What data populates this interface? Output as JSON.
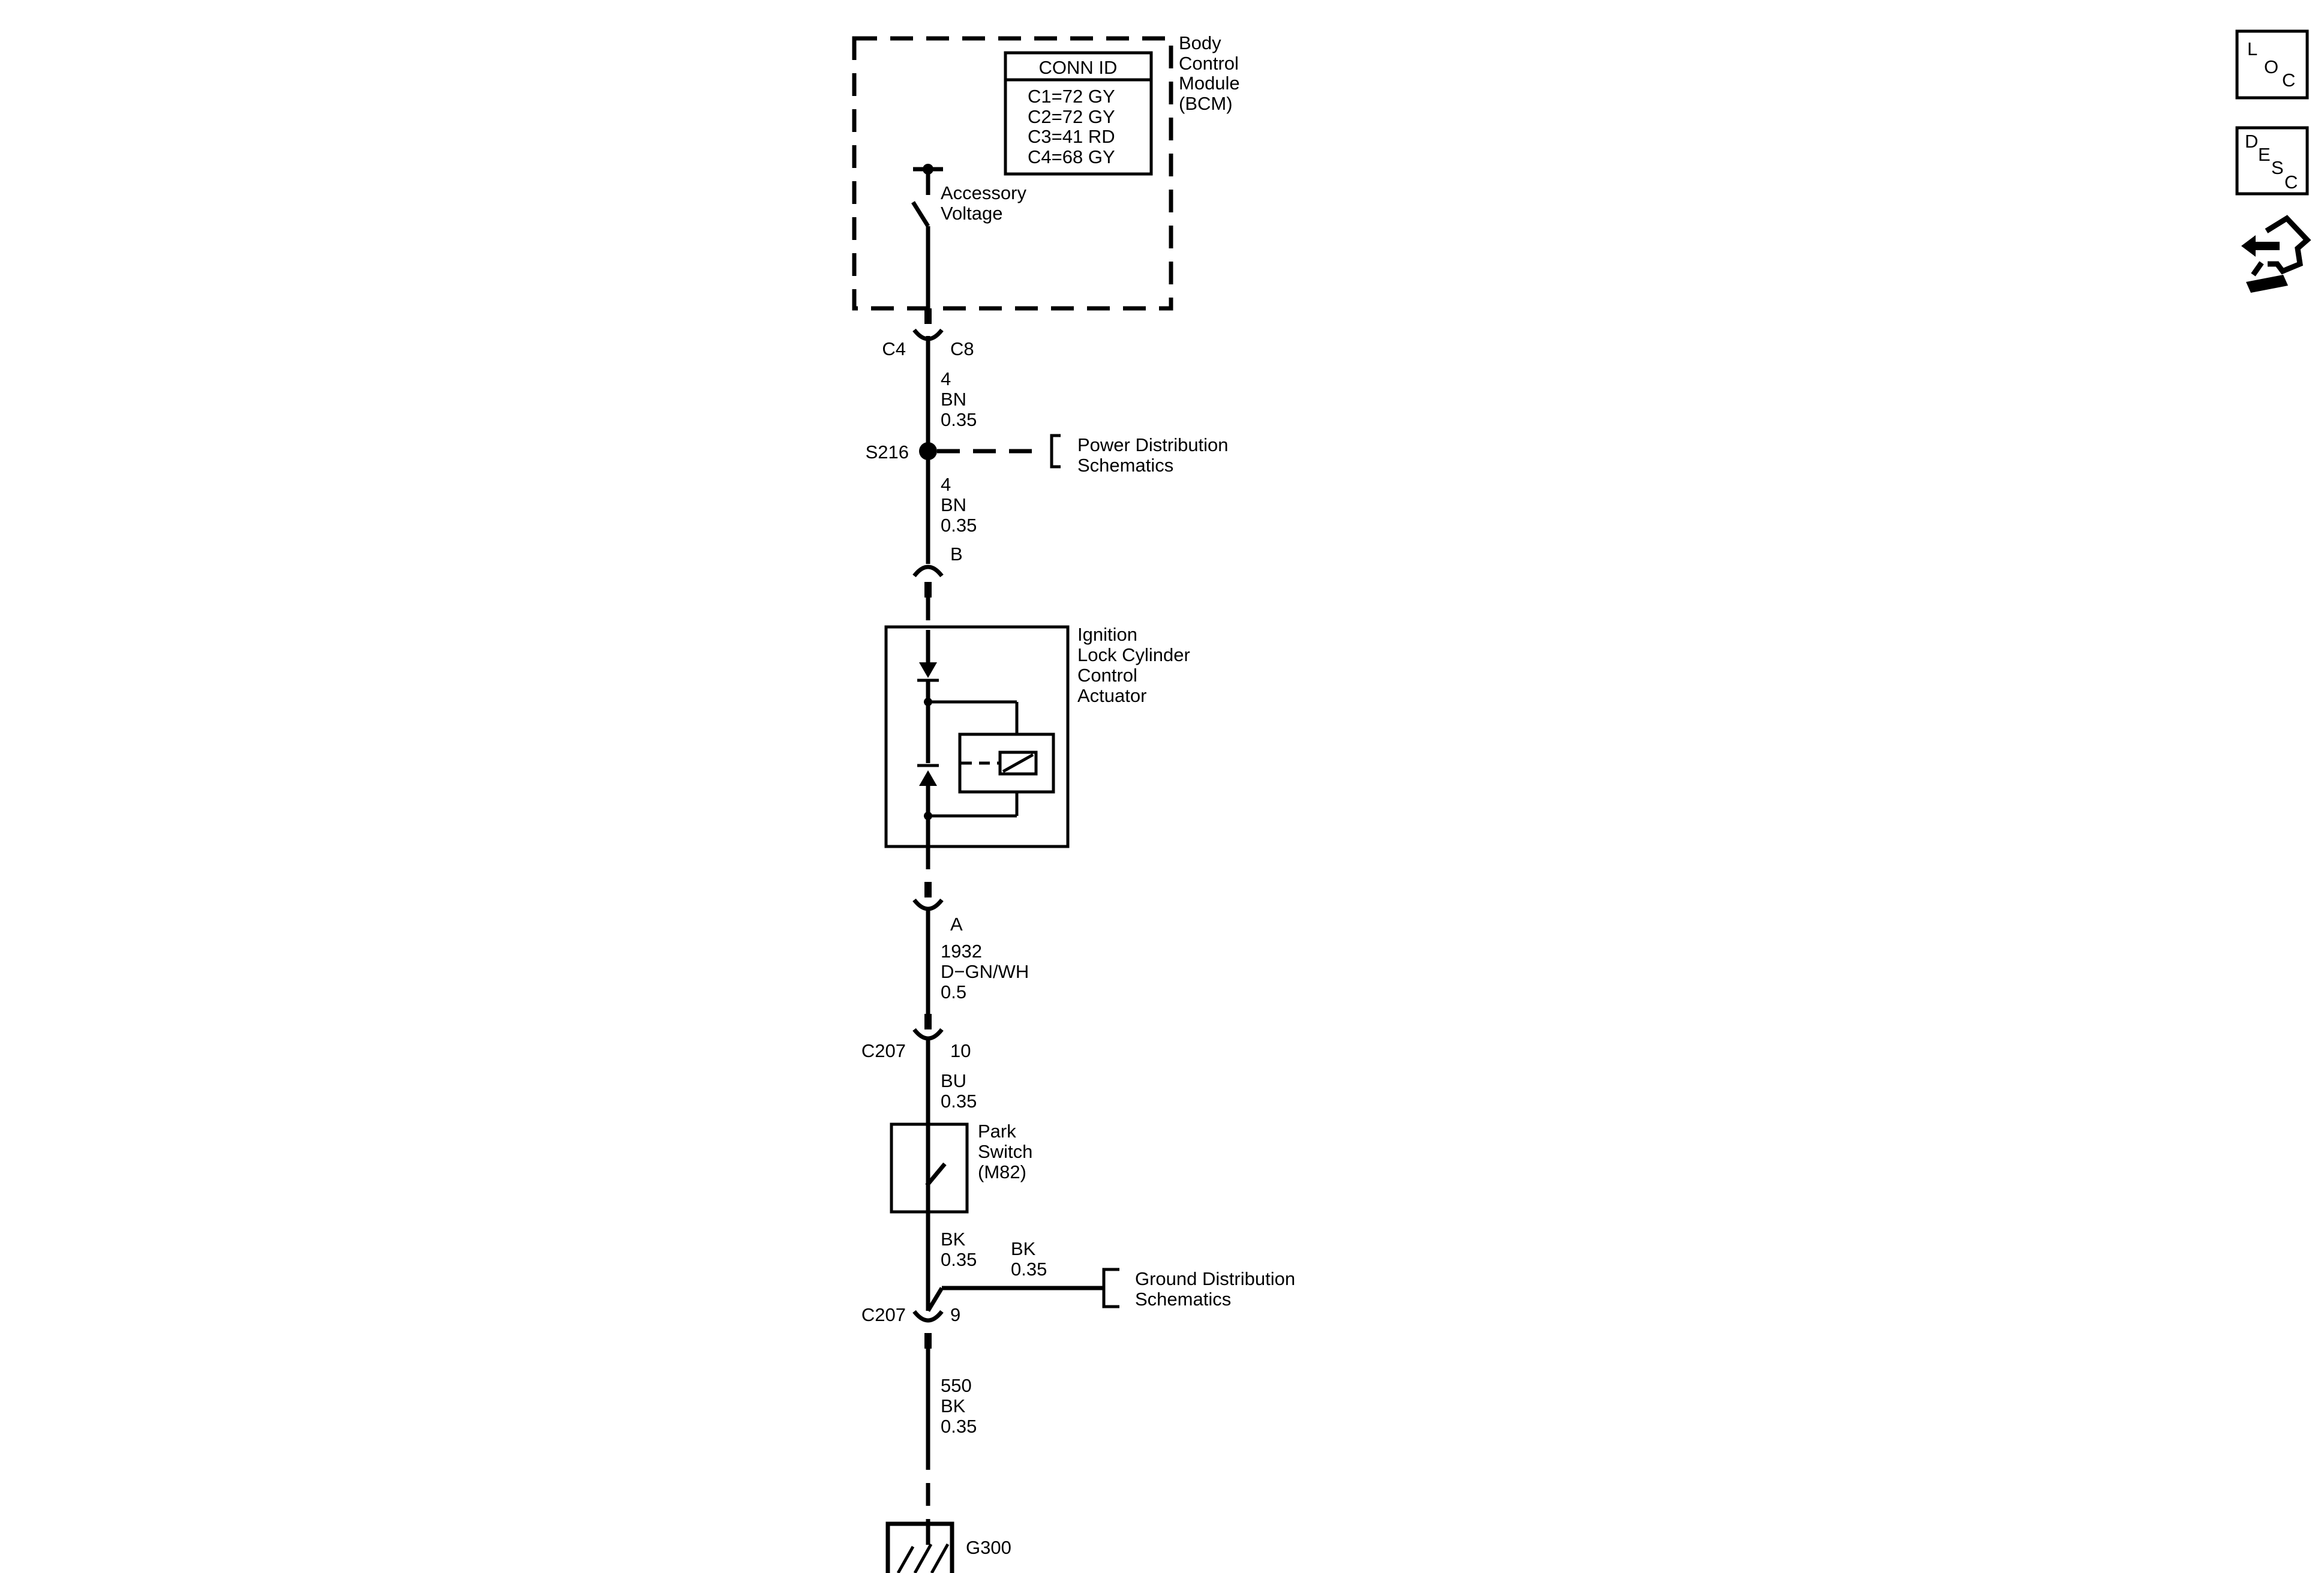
{
  "bcm": {
    "name_lines": [
      "Body",
      "Control",
      "Module",
      "(BCM)"
    ],
    "conn_id_title": "CONN ID",
    "conn_ids": [
      "C1=72 GY",
      "C2=72 GY",
      "C3=41 RD",
      "C4=68 GY"
    ],
    "switch_label": [
      "Accessory",
      "Voltage"
    ]
  },
  "connector_c4": {
    "left": "C4",
    "right": "C8"
  },
  "wire_1": [
    "4",
    "BN",
    "0.35"
  ],
  "splice": {
    "id": "S216",
    "ref": [
      "Power Distribution",
      "Schematics"
    ]
  },
  "wire_2": [
    "4",
    "BN",
    "0.35"
  ],
  "pin_b": "B",
  "actuator": {
    "name_lines": [
      "Ignition",
      "Lock Cylinder",
      "Control",
      "Actuator"
    ]
  },
  "pin_a": "A",
  "wire_3": [
    "1932",
    "D−GN/WH",
    "0.5"
  ],
  "connector_c207_top": {
    "left": "C207",
    "right": "10"
  },
  "wire_4": [
    "BU",
    "0.35"
  ],
  "park_switch": {
    "name_lines": [
      "Park",
      "Switch",
      "(M82)"
    ]
  },
  "wire_5": [
    "BK",
    "0.35"
  ],
  "wire_branch": [
    "BK",
    "0.35"
  ],
  "ground_ref": [
    "Ground Distribution",
    "Schematics"
  ],
  "connector_c207_bottom": {
    "left": "C207",
    "right": "9"
  },
  "wire_6": [
    "550",
    "BK",
    "0.35"
  ],
  "ground": "G300",
  "nav": {
    "loc": [
      "L",
      "O",
      "C"
    ],
    "desc": [
      "D",
      "E",
      "S",
      "C"
    ],
    "navigate_icon": "navigate-icon"
  }
}
